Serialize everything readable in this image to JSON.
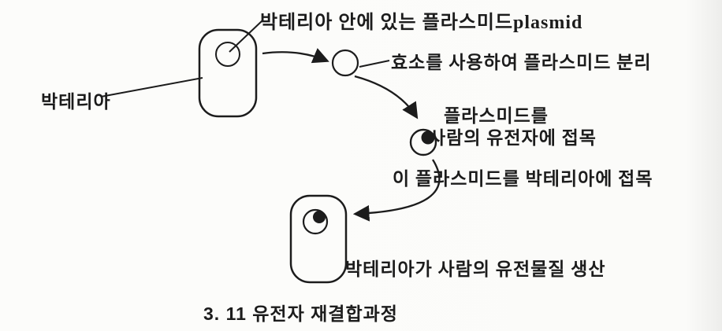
{
  "figure": {
    "caption": "3. 11 유전자 재결합과정",
    "labels": {
      "plasmid_in_bacteria": "박테리아 안에 있는 플라스미드plasmid",
      "bacteria": "박테리아",
      "enzyme_isolation": "효소를 사용하여 플라스미드 분리",
      "graft_line1": "플라스미드를",
      "graft_line2": "사람의 유전자에 접목",
      "insert_into_bacteria": "이 플라스미드를 박테리아에 접목",
      "production": "박테리아가 사람의 유전물질 생산"
    },
    "colors": {
      "ink": "#1c1c1c",
      "paper": "#fbfbf9"
    }
  }
}
